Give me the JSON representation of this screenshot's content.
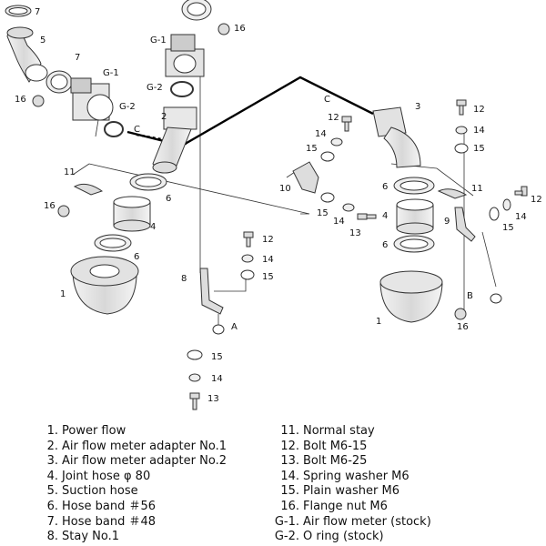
{
  "callouts": {
    "c1_left": "1",
    "c1_right": "1",
    "c2": "2",
    "c3": "3",
    "c4_left": "4",
    "c4_right": "4",
    "c5": "5",
    "c6_left_top": "6",
    "c6_left_bottom": "6",
    "c6_right_top": "6",
    "c6_right_bottom": "6",
    "c7_top": "7",
    "c7_mid": "7",
    "c8": "8",
    "c9": "9",
    "c10": "10",
    "c11_left": "11",
    "c11_right": "11",
    "c12_mid": "12",
    "c12_bottom": "12",
    "c12_right_top": "12",
    "c12_right": "12",
    "c13_mid": "13",
    "c13_bottom": "13",
    "c14_mid": "14",
    "c14_bottom_a": "14",
    "c14_bottom_b": "14",
    "c14_right_top": "14",
    "c14_right": "14",
    "c14_stay": "14",
    "c15_mid": "15",
    "c15_bottom_a": "15",
    "c15_bottom_b": "15",
    "c15_right_top": "15",
    "c15_right": "15",
    "c15_stay": "15",
    "c16_top": "16",
    "c16_left": "16",
    "c16_left2": "16",
    "c16_right": "16",
    "g1_top": "G-1",
    "g1_mid": "G-1",
    "g2_top": "G-2",
    "g2_mid": "G-2",
    "label_a": "A",
    "label_b": "B",
    "label_c_left": "C",
    "label_c_right": "C"
  },
  "legend_left": [
    {
      "num": "1.",
      "text": "Power flow"
    },
    {
      "num": "2.",
      "text": "Air flow meter adapter No.1"
    },
    {
      "num": "3.",
      "text": "Air flow meter adapter No.2"
    },
    {
      "num": "4.",
      "text": "Joint hose φ 80"
    },
    {
      "num": "5.",
      "text": "Suction hose"
    },
    {
      "num": "6.",
      "text": "Hose band ＃56"
    },
    {
      "num": "7.",
      "text": "Hose band ＃48"
    },
    {
      "num": "8.",
      "text": "Stay No.1"
    }
  ],
  "legend_right": [
    {
      "num": "11.",
      "text": "Normal stay"
    },
    {
      "num": "12.",
      "text": "Bolt M6-15"
    },
    {
      "num": "13.",
      "text": "Bolt M6-25"
    },
    {
      "num": "14.",
      "text": "Spring washer M6"
    },
    {
      "num": "15.",
      "text": "Plain washer M6"
    },
    {
      "num": "16.",
      "text": "Flange nut M6"
    },
    {
      "num": "G-1.",
      "text": "Air flow meter (stock)"
    },
    {
      "num": "G-2.",
      "text": "O ring (stock)"
    }
  ]
}
